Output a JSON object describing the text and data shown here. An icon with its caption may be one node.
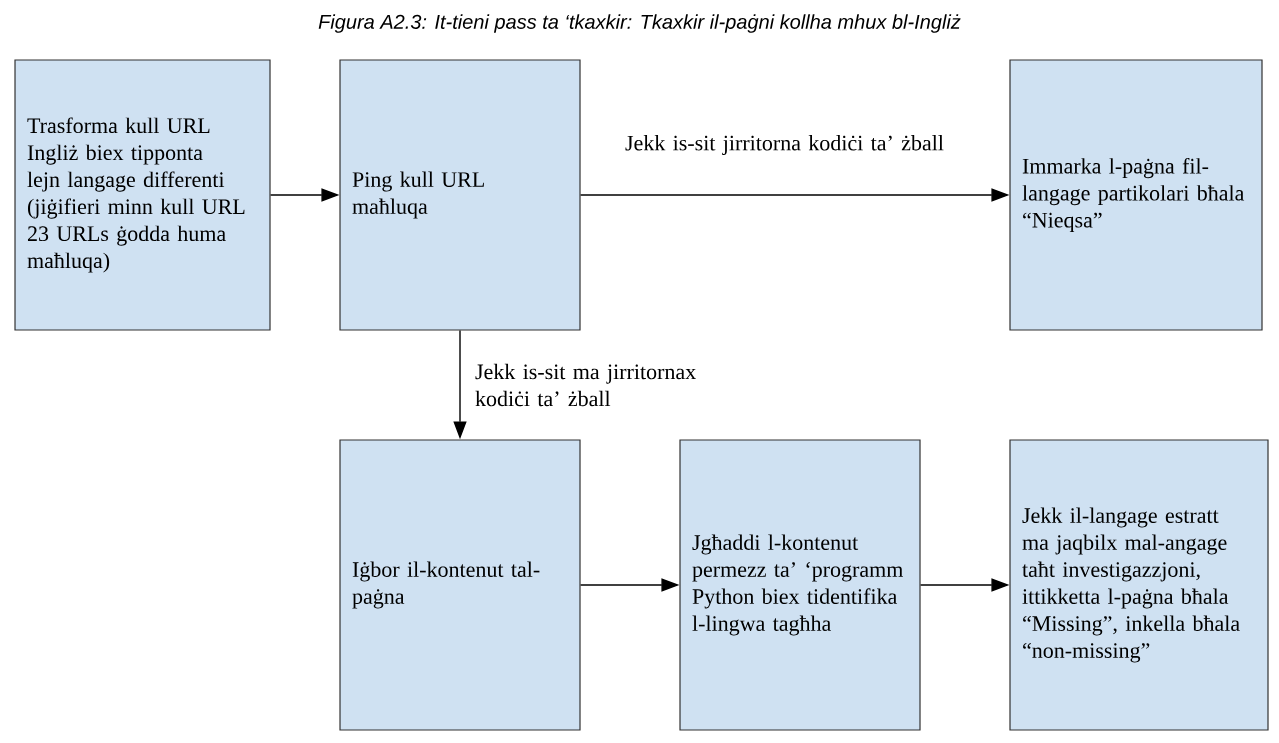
{
  "diagram": {
    "title": "Figura A2.3: It-tieni pass ta ‘tkaxkir: Tkaxkir il-paġni kollha mhux bl-Ingliż",
    "nodes": [
      {
        "text": [
          "Trasforma kull URL Ingliż biex tipponta lejn langage differenti (jiġifieri minn kull URL 23 URLs ġodda huma maħluqa)"
        ]
      },
      {
        "text": [
          "Ping kull URL maħluqa"
        ]
      },
      {
        "text": [
          "Immarka l-paġna fil-langage partikolari bħala “Nieqsa”"
        ]
      },
      {
        "text": [
          "Iġbor il-kontenut tal-paġna"
        ]
      },
      {
        "text": [
          "Jgħaddi l-kontenut permezz ta’ ‘programm Python biex tidentifika l-lingwa tagħha"
        ]
      },
      {
        "text": [
          "Jekk il-langage estratt ma jaqbilx mal-angage taħt investigazzjoni, ittikketta l-paġna bħala “Missing”, inkella bħala “non-missing”"
        ]
      }
    ],
    "edges": [
      {
        "from": 0,
        "to": 1,
        "arrow": "to"
      },
      {
        "from": 1,
        "to": 2,
        "arrow": "to",
        "label": "Jekk is-sit jirritorna kodiċi ta’ żball"
      },
      {
        "from": 1,
        "to": 3,
        "arrow": "to",
        "label": "Jekk is-sit ma jirritornax kodiċi ta’ żball"
      },
      {
        "from": 3,
        "to": 4,
        "arrow": "to"
      },
      {
        "from": 4,
        "to": 5,
        "arrow": "to"
      }
    ]
  }
}
